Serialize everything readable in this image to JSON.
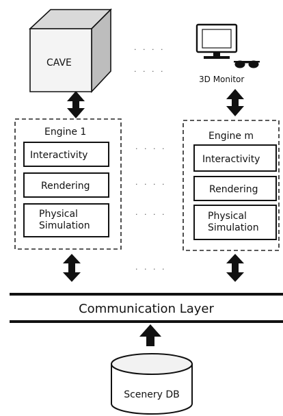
{
  "colors": {
    "ink": "#111111",
    "cube_front": "#f4f4f4",
    "cube_top": "#d9d9d9",
    "cube_side": "#bdbdbd",
    "dashed_border": "#222222",
    "cylinder_body": "#ffffff",
    "cylinder_top": "#f2f2f2"
  },
  "devices": {
    "cave": {
      "label": "CAVE",
      "icon": "cube-icon"
    },
    "monitor": {
      "label": "3D Monitor",
      "icon": "monitor-with-3d-glasses-icon"
    }
  },
  "engines": [
    {
      "title": "Engine 1",
      "modules": [
        "Interactivity",
        "Rendering",
        "Physical\nSimulation"
      ]
    },
    {
      "title": "Engine m",
      "modules": [
        "Interactivity",
        "Rendering",
        "Physical\nSimulation"
      ]
    }
  ],
  "ellipsis": ". . . .",
  "layer": {
    "label": "Communication Layer"
  },
  "database": {
    "label": "Scenery DB",
    "icon": "cylinder-icon"
  },
  "arrows": {
    "engine_to_device": "double-arrow-icon",
    "engine_to_layer": "double-arrow-icon",
    "db_to_layer": "up-arrow-icon"
  }
}
